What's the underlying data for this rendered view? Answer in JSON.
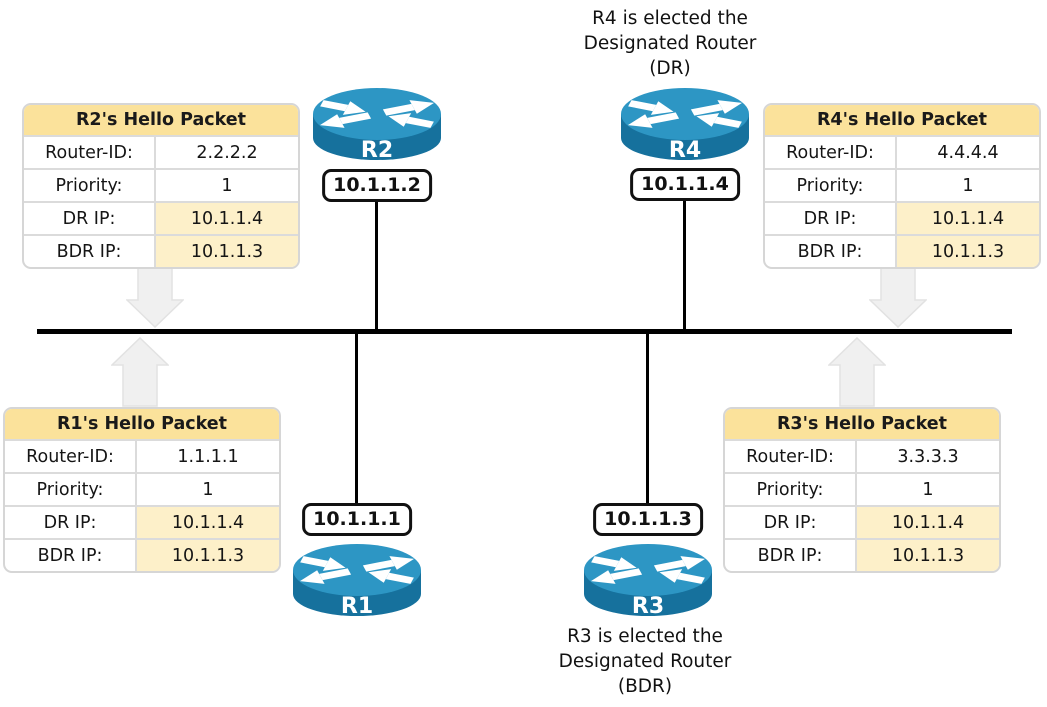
{
  "annotations": {
    "dr": {
      "lines": [
        "R4 is elected the",
        "Designated Router",
        "(DR)"
      ]
    },
    "bdr": {
      "lines": [
        "R3 is elected the",
        "Designated Router",
        "(BDR)"
      ]
    }
  },
  "routers": {
    "r1": {
      "name": "R1",
      "interface_ip": "10.1.1.1"
    },
    "r2": {
      "name": "R2",
      "interface_ip": "10.1.1.2"
    },
    "r3": {
      "name": "R3",
      "interface_ip": "10.1.1.3"
    },
    "r4": {
      "name": "R4",
      "interface_ip": "10.1.1.4"
    }
  },
  "hello_tables": {
    "r2": {
      "title": "R2's Hello Packet",
      "rows": [
        {
          "label": "Router-ID:",
          "value": "2.2.2.2",
          "highlight": false
        },
        {
          "label": "Priority:",
          "value": "1",
          "highlight": false
        },
        {
          "label": "DR IP:",
          "value": "10.1.1.4",
          "highlight": true
        },
        {
          "label": "BDR IP:",
          "value": "10.1.1.3",
          "highlight": true
        }
      ]
    },
    "r4": {
      "title": "R4's Hello Packet",
      "rows": [
        {
          "label": "Router-ID:",
          "value": "4.4.4.4",
          "highlight": false
        },
        {
          "label": "Priority:",
          "value": "1",
          "highlight": false
        },
        {
          "label": "DR IP:",
          "value": "10.1.1.4",
          "highlight": true
        },
        {
          "label": "BDR IP:",
          "value": "10.1.1.3",
          "highlight": true
        }
      ]
    },
    "r1": {
      "title": "R1's Hello Packet",
      "rows": [
        {
          "label": "Router-ID:",
          "value": "1.1.1.1",
          "highlight": false
        },
        {
          "label": "Priority:",
          "value": "1",
          "highlight": false
        },
        {
          "label": "DR IP:",
          "value": "10.1.1.4",
          "highlight": true
        },
        {
          "label": "BDR IP:",
          "value": "10.1.1.3",
          "highlight": true
        }
      ]
    },
    "r3": {
      "title": "R3's Hello Packet",
      "rows": [
        {
          "label": "Router-ID:",
          "value": "3.3.3.3",
          "highlight": false
        },
        {
          "label": "Priority:",
          "value": "1",
          "highlight": false
        },
        {
          "label": "DR IP:",
          "value": "10.1.1.4",
          "highlight": true
        },
        {
          "label": "BDR IP:",
          "value": "10.1.1.3",
          "highlight": true
        }
      ]
    }
  },
  "colors": {
    "table_header_bg": "#FBE29B",
    "table_highlight_bg": "#FDF0C9",
    "table_border": "#DBDBDB",
    "router_top": "#2D96C4",
    "router_body": "#16719D",
    "flow_arrow_fill": "#F0F0F0",
    "bus_line": "#000000"
  }
}
